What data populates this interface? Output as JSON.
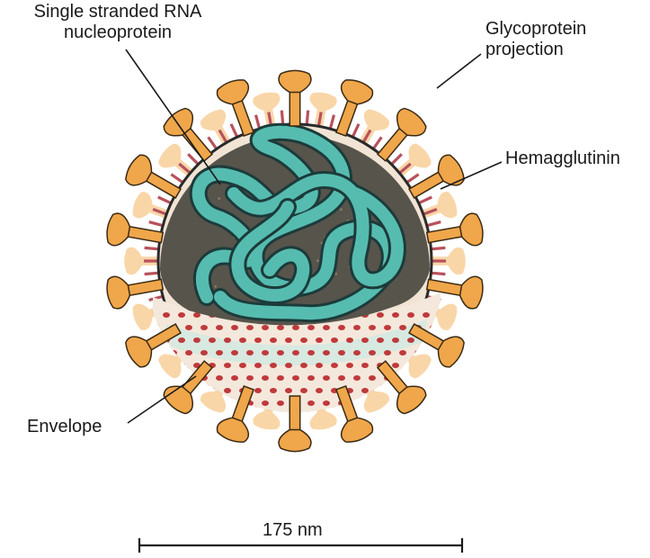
{
  "labels": {
    "rna_line1": "Single stranded RNA",
    "rna_line2": "nucleoprotein",
    "glyco_line1": "Glycoprotein",
    "glyco_line2": "projection",
    "hemagglutinin": "Hemagglutinin",
    "envelope": "Envelope",
    "scale": "175 nm"
  },
  "colors": {
    "spike": "#f0a64a",
    "spike_light": "#f9d6a8",
    "interior": "#57544c",
    "rna": "#56bcb0",
    "outline": "#2a2a2a",
    "envelope_fill": "#f3e6d6",
    "envelope_dots": "#c0393b",
    "hemagglutinin": "#b8515c"
  }
}
